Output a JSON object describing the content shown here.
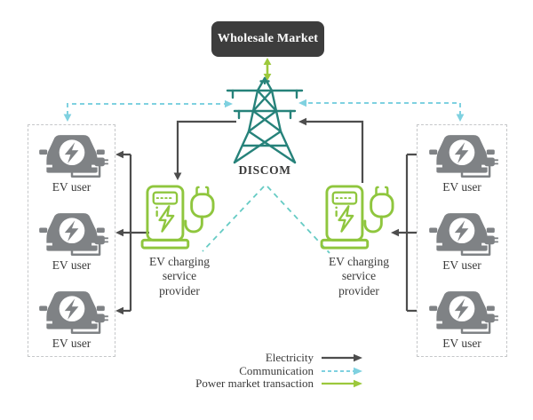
{
  "wholesale_market": {
    "label": "Wholesale Market"
  },
  "discom": {
    "label": "DISCOM"
  },
  "providers": {
    "left": {
      "lines": [
        "EV charging",
        "service",
        "provider"
      ]
    },
    "right": {
      "lines": [
        "EV charging",
        "service",
        "provider"
      ]
    }
  },
  "ev_users": {
    "left": [
      "EV user",
      "EV user",
      "EV user"
    ],
    "right": [
      "EV user",
      "EV user",
      "EV user"
    ]
  },
  "legend": {
    "items": [
      {
        "label": "Electricity",
        "style": "solid",
        "color": "#4d4d4d"
      },
      {
        "label": "Communication",
        "style": "dashed",
        "color": "#7fd1e0"
      },
      {
        "label": "Power market transaction",
        "style": "solid",
        "color": "#9cc83c"
      }
    ]
  },
  "colors": {
    "wholesale_box": "#3d3d3d",
    "tower_teal": "#26827a",
    "provider_green": "#8fc63e",
    "electricity_gray": "#4d4d4d",
    "communication_blue": "#7fd1e0",
    "communication_teal": "#66cbc4",
    "market_green": "#9cc83c",
    "car_gray": "#7f8285"
  }
}
